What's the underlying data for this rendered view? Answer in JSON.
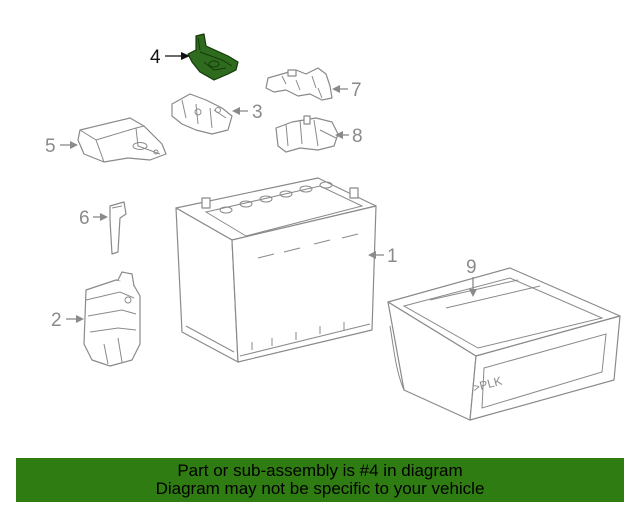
{
  "callouts": {
    "c1": "1",
    "c2": "2",
    "c3": "3",
    "c4": "4",
    "c5": "5",
    "c6": "6",
    "c7": "7",
    "c8": "8",
    "c9": "9"
  },
  "tray_brand": ">PLK",
  "highlight_color": "#2f6b1e",
  "footer": {
    "bg_color": "#2f7d12",
    "line1": "Part or sub-assembly is #4 in diagram",
    "line2": "Diagram may not be specific to your vehicle"
  }
}
